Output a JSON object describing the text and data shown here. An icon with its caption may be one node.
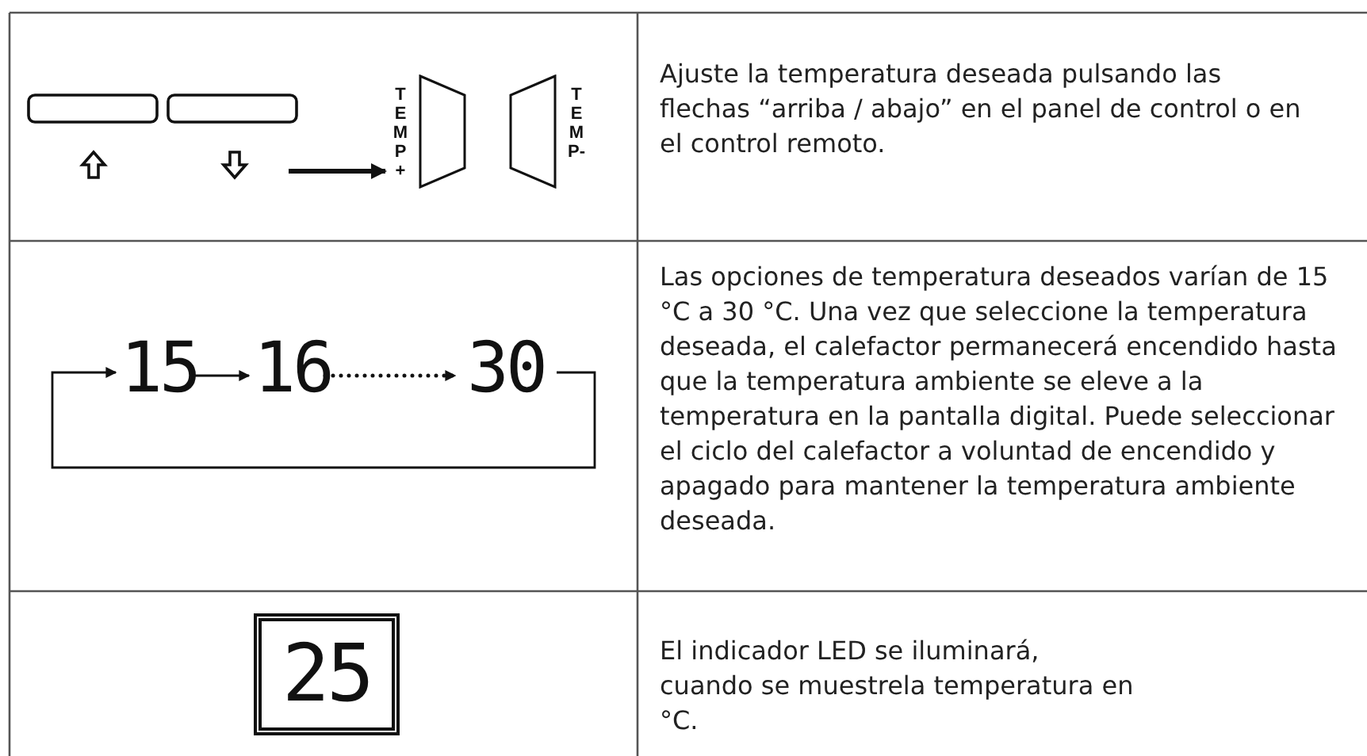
{
  "diagram": {
    "nodes": [
      {
        "text": [
          "TEMP+"
        ]
      },
      {
        "text": [
          "TEMP-"
        ]
      },
      {
        "text": [
          "15"
        ]
      },
      {
        "text": [
          "16"
        ]
      },
      {
        "text": [
          "30"
        ]
      },
      {
        "text": [
          "25"
        ]
      }
    ],
    "edges": [
      {
        "from": null,
        "to": 0,
        "arrow": "to",
        "style": "thick"
      },
      {
        "from": 2,
        "to": 3,
        "arrow": "to"
      },
      {
        "from": 3,
        "to": 4,
        "arrow": "to",
        "style": "dashed"
      },
      {
        "from": 4,
        "to": 2,
        "arrow": "to"
      }
    ],
    "labels": [
      "Ajuste la temperatura deseada pulsando las flechas “arriba / abajo” en el panel de control o en el control remoto.",
      "Las opciones de temperatura deseados varían de 15 °C a 30 °C. Una vez que seleccione la temperatura deseada, el calefactor permanecerá encendido hasta que la temperatura ambiente se eleve a la temperatura en la pantalla digital. Puede seleccionar el ciclo del calefactor a voluntad de encendido y apagado para mantener la temperatura ambiente deseada.",
      "El indicador LED se iluminará, cuando se muestrela temperatura en °C."
    ]
  }
}
